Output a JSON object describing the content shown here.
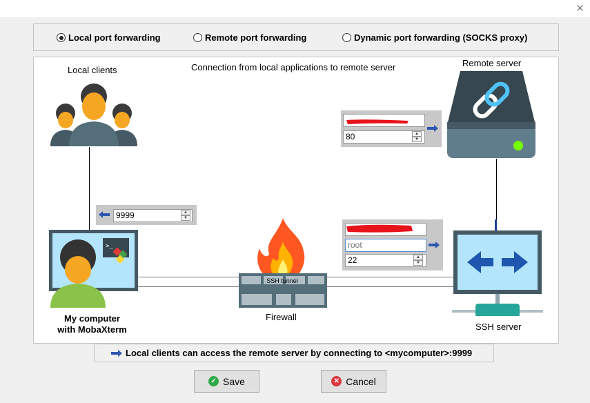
{
  "window": {
    "close_glyph": "✕"
  },
  "modes": [
    {
      "label": "Local port forwarding",
      "selected": true
    },
    {
      "label": "Remote port forwarding",
      "selected": false
    },
    {
      "label": "Dynamic port forwarding (SOCKS proxy)",
      "selected": false
    }
  ],
  "diagram": {
    "heading": "Connection from local applications to remote server",
    "local_clients_label": "Local clients",
    "remote_server_label": "Remote server",
    "my_computer_label_line1": "My computer",
    "my_computer_label_line2": "with MobaXterm",
    "firewall_label": "Firewall",
    "ssh_tunnel_label": "SSH tunnel",
    "ssh_server_label": "SSH server"
  },
  "remote_panel": {
    "host_value": "",
    "port_value": "80"
  },
  "local_panel": {
    "port_value": "9999"
  },
  "ssh_panel": {
    "host_value": "",
    "user_placeholder": "root",
    "port_value": "22"
  },
  "info": {
    "text": "Local clients can access the remote server by connecting to <mycomputer>:9999"
  },
  "buttons": {
    "save_label": "Save",
    "cancel_label": "Cancel"
  },
  "colors": {
    "accent_blue": "#2f56b0",
    "save_green": "#2faa4a",
    "cancel_red": "#d9363e"
  }
}
